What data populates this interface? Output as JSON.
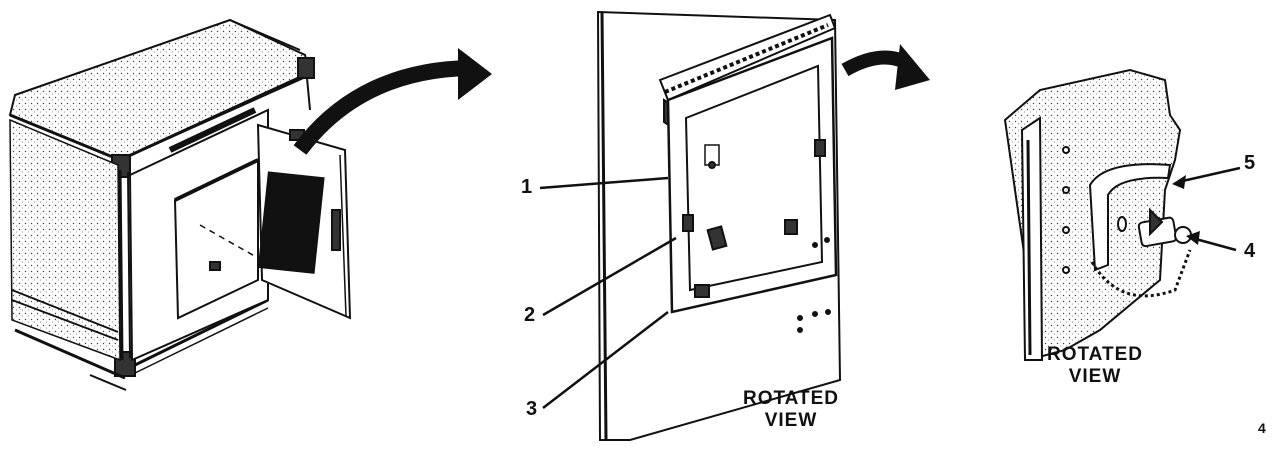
{
  "callouts": {
    "c1": "1",
    "c2": "2",
    "c3": "3",
    "c4": "4",
    "c5": "5"
  },
  "captions": {
    "middle_line1": "ROTATED",
    "middle_line2": "VIEW",
    "right_line1": "ROTATED",
    "right_line2": "VIEW"
  },
  "corner_mark": "4"
}
